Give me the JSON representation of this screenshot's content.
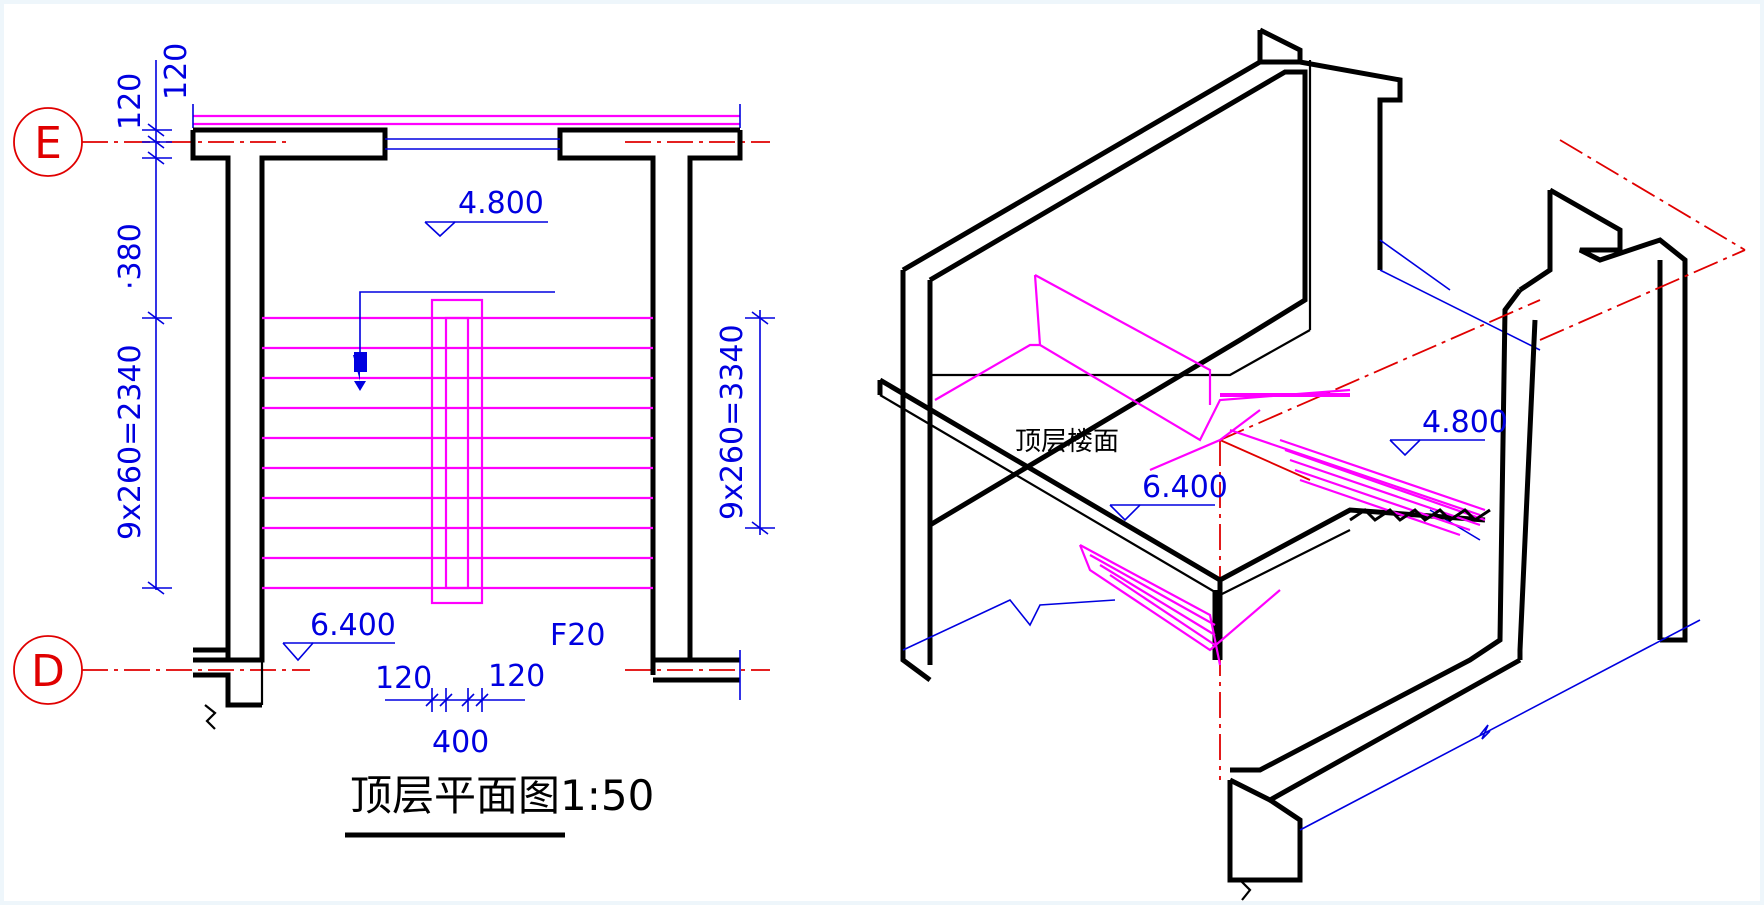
{
  "plan": {
    "title": "顶层平面图1:50",
    "axis_e": "E",
    "axis_d": "D",
    "elev_top": "4.800",
    "elev_bottom": "6.400",
    "tag_f20": "F20",
    "dim_120_top": "120",
    "dim_120_mid": "120",
    "dim_380": "·380",
    "dim_left_run": "9x260=2340",
    "dim_right_run": "9x260=3340",
    "dim_bottom_left": "120",
    "dim_bottom_right": "120",
    "dim_bottom_total": "400"
  },
  "iso": {
    "floor_label": "顶层楼面",
    "elev_lower": "6.400",
    "elev_upper": "4.800"
  },
  "colors": {
    "walls": "#000000",
    "stairs": "#ff00ff",
    "dimensions": "#0000e0",
    "axes": "#e00000",
    "background": "#eef6fb"
  }
}
